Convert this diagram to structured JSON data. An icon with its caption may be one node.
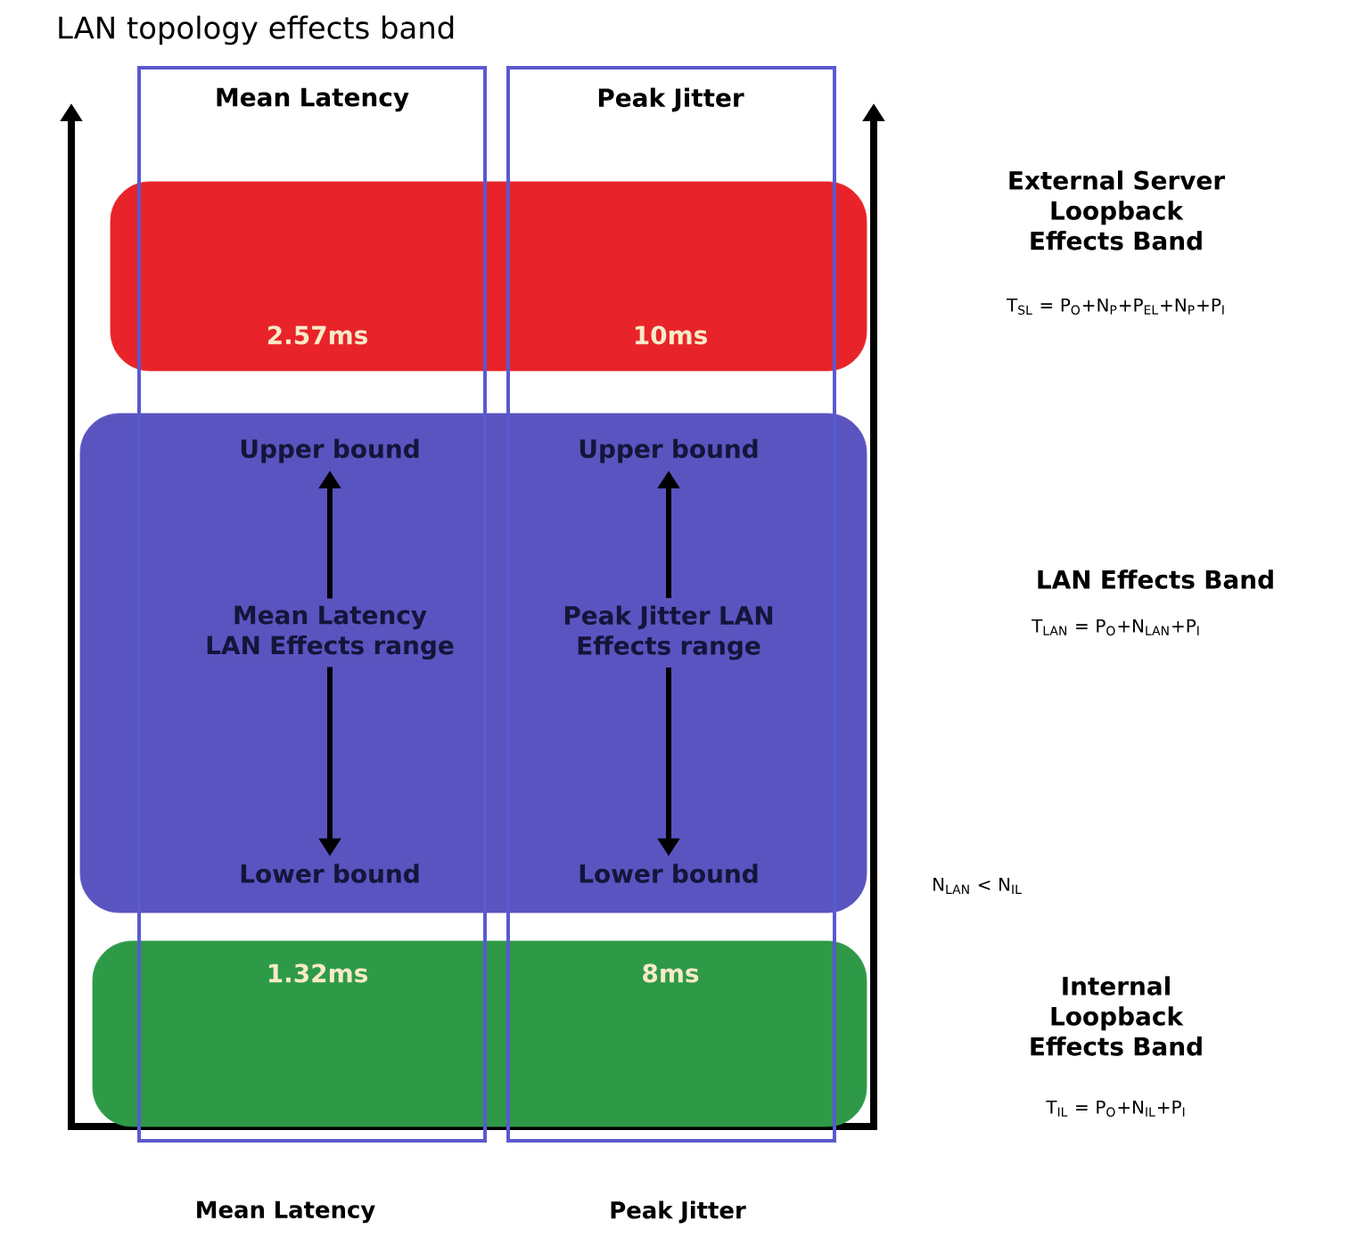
{
  "diagram": {
    "title": "LAN topology effects band",
    "nodes": [
      {
        "text": [
          "2.57ms",
          "10ms"
        ]
      },
      {
        "text": [],
        "shape": "box"
      },
      {
        "text": [
          "Upper bound"
        ],
        "in": 1
      },
      {
        "text": [
          "Upper bound"
        ],
        "in": 1
      },
      {
        "text": [
          "Mean Latency LAN Effects range"
        ],
        "in": 1
      },
      {
        "text": [
          "Peak Jitter LAN Effects range"
        ],
        "in": 1
      },
      {
        "text": [
          "Lower bound"
        ],
        "in": 1
      },
      {
        "text": [
          "Lower bound"
        ],
        "in": 1
      },
      {
        "text": [
          "1.32ms",
          "8ms"
        ]
      }
    ],
    "edges": [
      {
        "from": 4,
        "to": 2,
        "arrow": "to"
      },
      {
        "from": 4,
        "to": 6,
        "arrow": "to"
      },
      {
        "from": 5,
        "to": 3,
        "arrow": "to"
      },
      {
        "from": 5,
        "to": 7,
        "arrow": "to"
      }
    ],
    "labels": [
      "Mean Latency",
      "Peak Jitter",
      "External Server Loopback Effects Band",
      "T$_{SL}$ = P$_{O}$+N$_{P}$+P$_{EL}$+N$_{P}$+P$_{I}$",
      "LAN Effects Band",
      "T$_{LAN}$ = P$_{O}$+N$_{LAN}$+P$_{I}$",
      "N$_{LAN}$ < N$_{IL}$",
      "Internal Loopback Effects Band",
      "T$_{IL}$ = P$_{O}$+N$_{IL}$+P$_{I}$",
      "Mean Latency",
      "Peak Jitter"
    ]
  }
}
